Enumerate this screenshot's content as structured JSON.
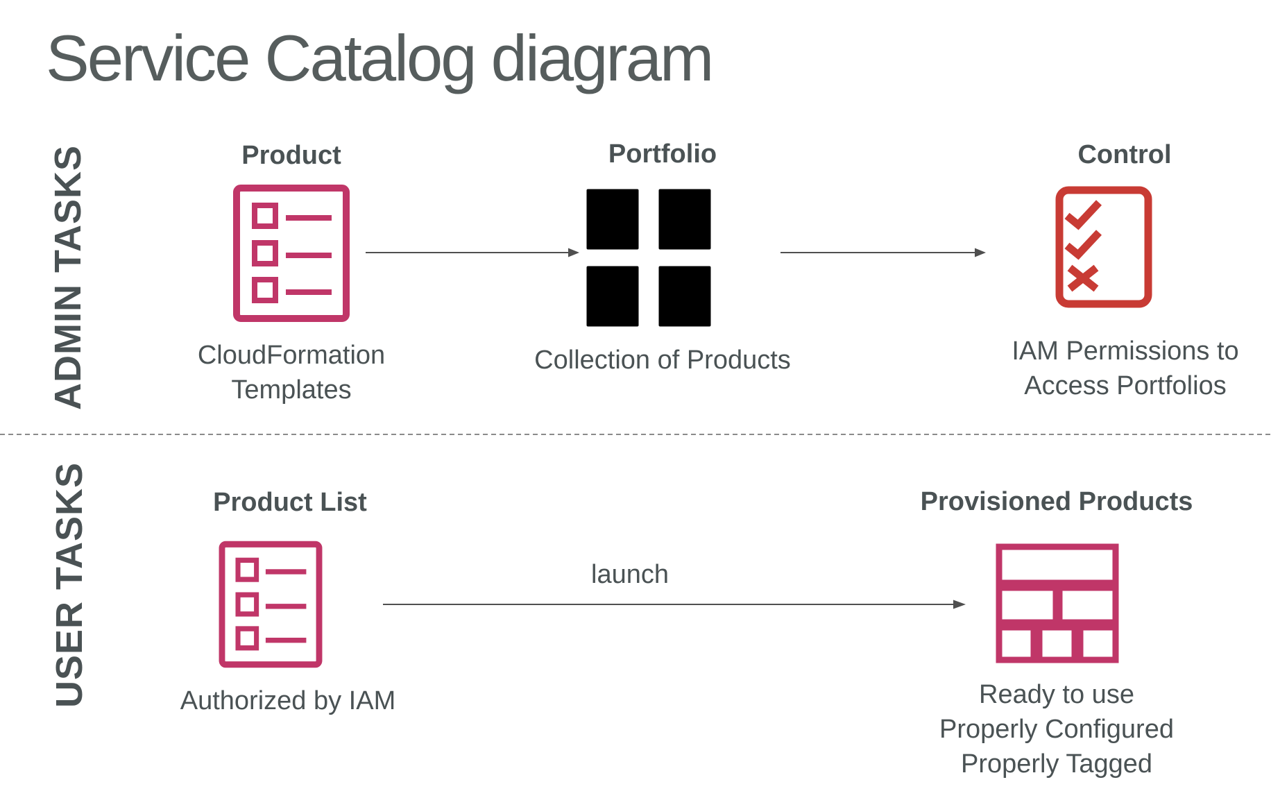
{
  "slide": {
    "title": "Service Catalog diagram"
  },
  "colors": {
    "pink": "#c03668",
    "red": "#c83b34",
    "text": "#4a5254",
    "title-text": "#565d5d",
    "arrow": "#4f4f4f",
    "divider": "#8a8a8a"
  },
  "admin_section": {
    "side_label": "ADMIN TASKS",
    "product": {
      "label": "Product",
      "caption": "CloudFormation\nTemplates",
      "icon": "list-document-icon"
    },
    "portfolio": {
      "label": "Portfolio",
      "caption": "Collection of Products",
      "icon": "portfolio-collection-icon"
    },
    "control": {
      "label": "Control",
      "caption": "IAM Permissions to\nAccess Portfolios",
      "icon": "checklist-icon"
    }
  },
  "user_section": {
    "side_label": "USER TASKS",
    "product_list": {
      "label": "Product List",
      "caption": "Authorized by IAM",
      "icon": "list-document-icon"
    },
    "launch_arrow_label": "launch",
    "provisioned": {
      "label": "Provisioned Products",
      "caption": "Ready to use\nProperly Configured\nProperly Tagged",
      "icon": "provisioned-blocks-icon"
    }
  }
}
